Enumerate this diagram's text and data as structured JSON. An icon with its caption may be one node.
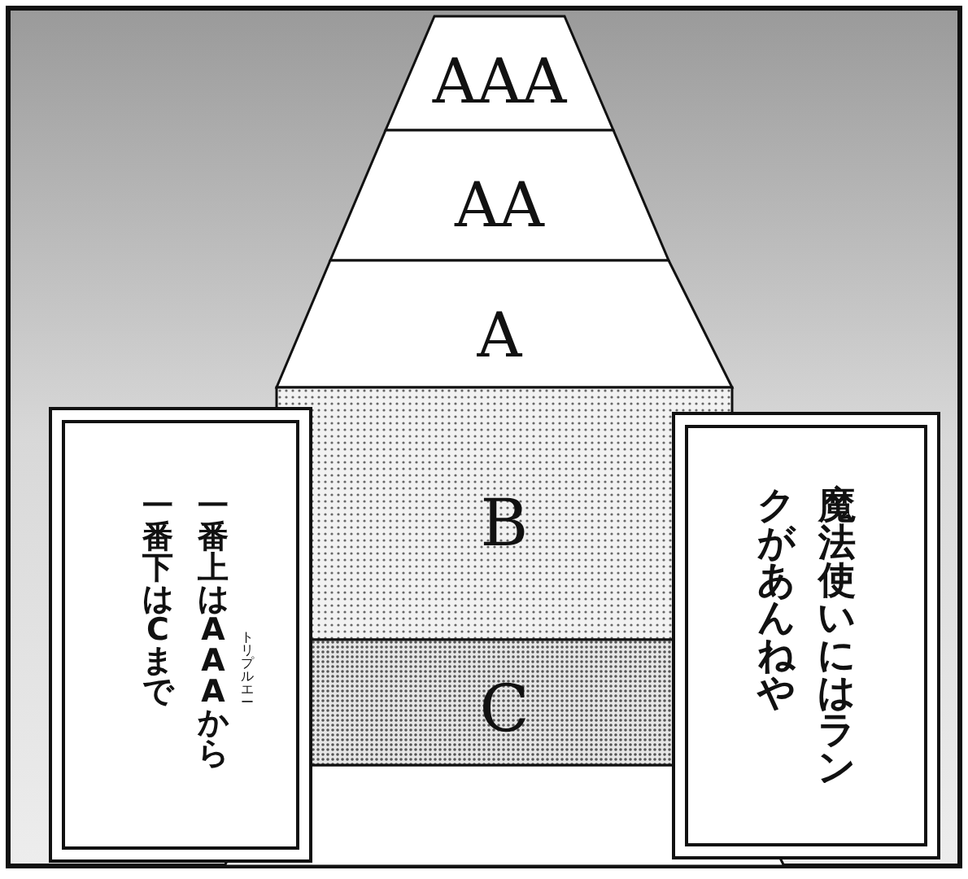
{
  "diagram": {
    "nodes": [
      {
        "text": [
          "AAA"
        ]
      },
      {
        "text": [
          "AA"
        ]
      },
      {
        "text": [
          "A"
        ]
      },
      {
        "text": [
          "B"
        ]
      },
      {
        "text": [
          "C"
        ]
      },
      {
        "text": [
          "一番上はAAAから一番下はCまで",
          "トリプルエー"
        ]
      },
      {
        "text": [
          "魔法使いにはランクがあんねや"
        ]
      }
    ]
  }
}
